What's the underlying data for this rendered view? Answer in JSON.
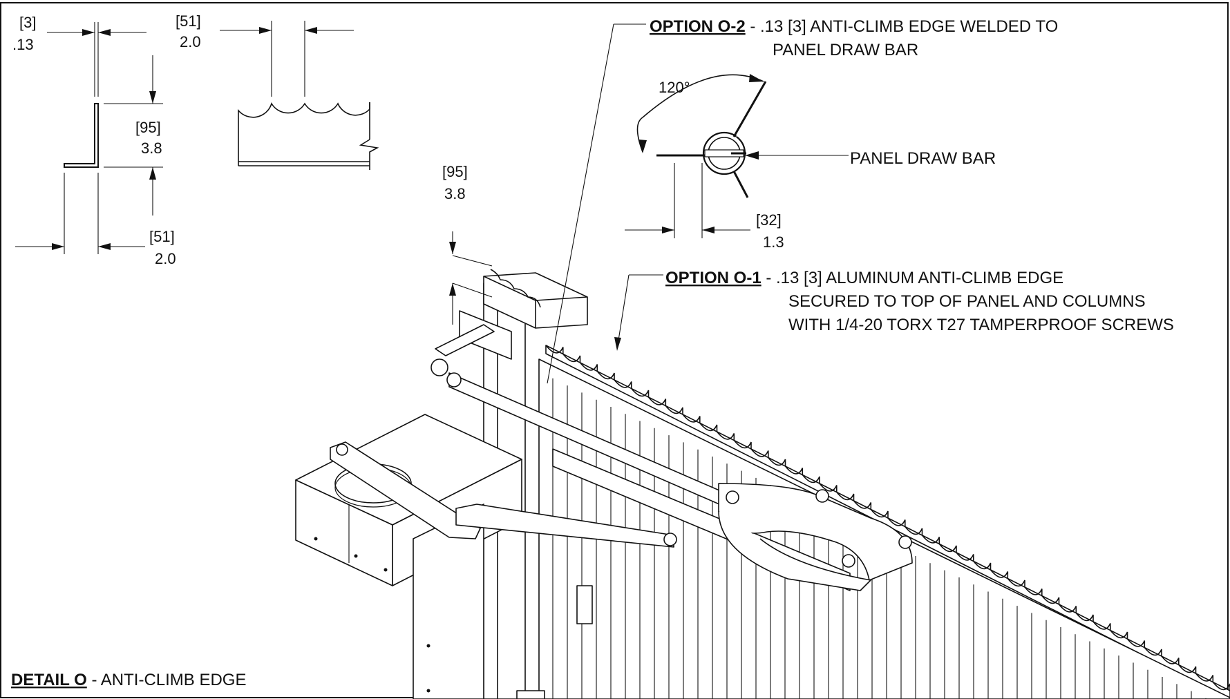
{
  "detail": {
    "label": "DETAIL O",
    "description": " - ANTI-CLIMB EDGE"
  },
  "option_o2": {
    "label": "OPTION O-2",
    "line1": " - .13 [3] ANTI-CLIMB EDGE WELDED TO",
    "line2": "PANEL DRAW BAR"
  },
  "option_o1": {
    "label": "OPTION O-1",
    "line1": " - .13 [3] ALUMINUM ANTI-CLIMB EDGE",
    "line2": "SECURED TO TOP OF PANEL AND COLUMNS",
    "line3": "WITH 1/4-20 TORX T27 TAMPERPROOF SCREWS"
  },
  "callouts": {
    "panel_draw_bar": "PANEL DRAW BAR",
    "angle": "120°"
  },
  "dimensions": {
    "thickness": {
      "metric": "[3]",
      "imperial": ".13"
    },
    "height": {
      "metric": "[95]",
      "imperial": "3.8"
    },
    "leg_width": {
      "metric": "[51]",
      "imperial": "2.0"
    },
    "scallop_width": {
      "metric": "[51]",
      "imperial": "2.0"
    },
    "iso_height": {
      "metric": "[95]",
      "imperial": "3.8"
    },
    "offset": {
      "metric": "[32]",
      "imperial": "1.3"
    }
  }
}
